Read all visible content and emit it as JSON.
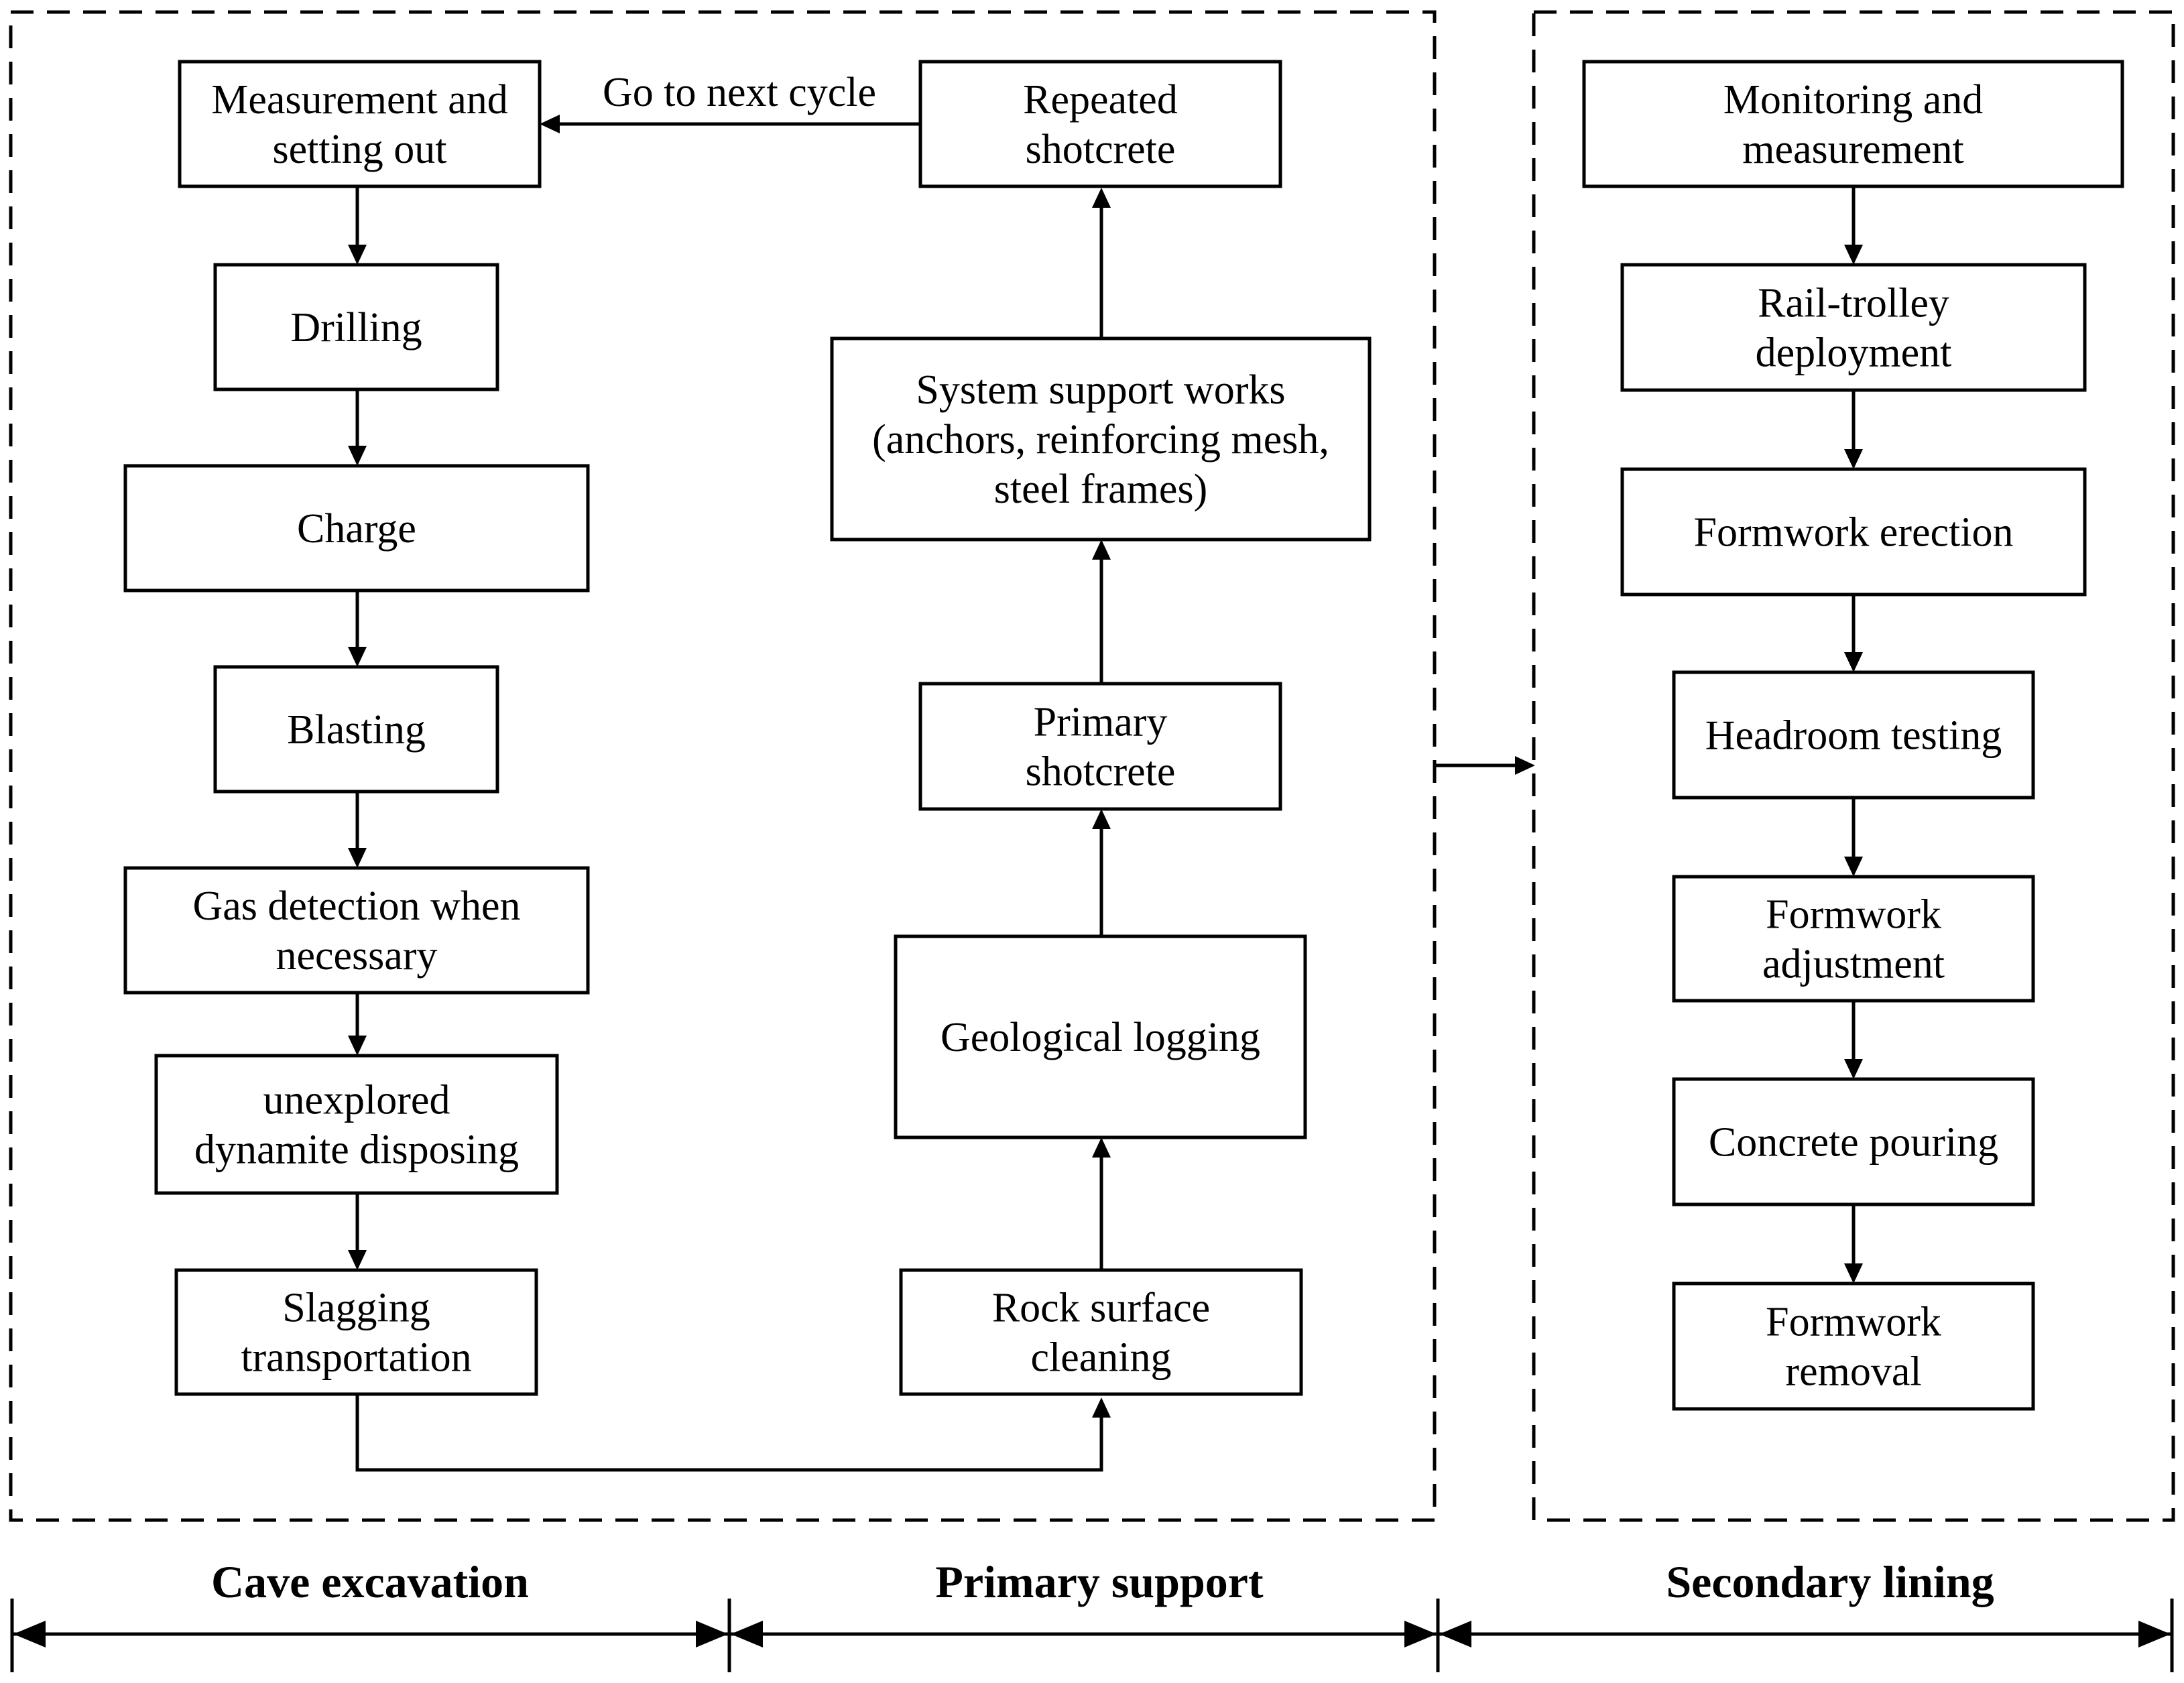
{
  "excavation": {
    "measurement": [
      "Measurement and",
      "setting out"
    ],
    "drilling": [
      "Drilling"
    ],
    "charge": [
      "Charge"
    ],
    "blasting": [
      "Blasting"
    ],
    "gas": [
      "Gas detection when",
      "necessary"
    ],
    "dynamite": [
      "unexplored",
      "dynamite disposing"
    ],
    "slagging": [
      "Slagging",
      "transportation"
    ]
  },
  "support": {
    "repeated": [
      "Repeated",
      "shotcrete"
    ],
    "system": [
      "System support works",
      "(anchors, reinforcing mesh,",
      "steel frames)"
    ],
    "primary": [
      "Primary",
      "shotcrete"
    ],
    "geological": [
      "Geological logging"
    ],
    "rock": [
      "Rock surface",
      "cleaning"
    ]
  },
  "lining": {
    "monitoring": [
      "Monitoring and",
      "measurement"
    ],
    "rail": [
      "Rail-trolley",
      "deployment"
    ],
    "erection": [
      "Formwork erection"
    ],
    "headroom": [
      "Headroom testing"
    ],
    "adjustment": [
      "Formwork",
      "adjustment"
    ],
    "pouring": [
      "Concrete pouring"
    ],
    "removal": [
      "Formwork",
      "removal"
    ]
  },
  "next_cycle_label": "Go to next cycle",
  "phases": {
    "cave": "Cave excavation",
    "primary": "Primary support",
    "secondary": "Secondary lining"
  }
}
